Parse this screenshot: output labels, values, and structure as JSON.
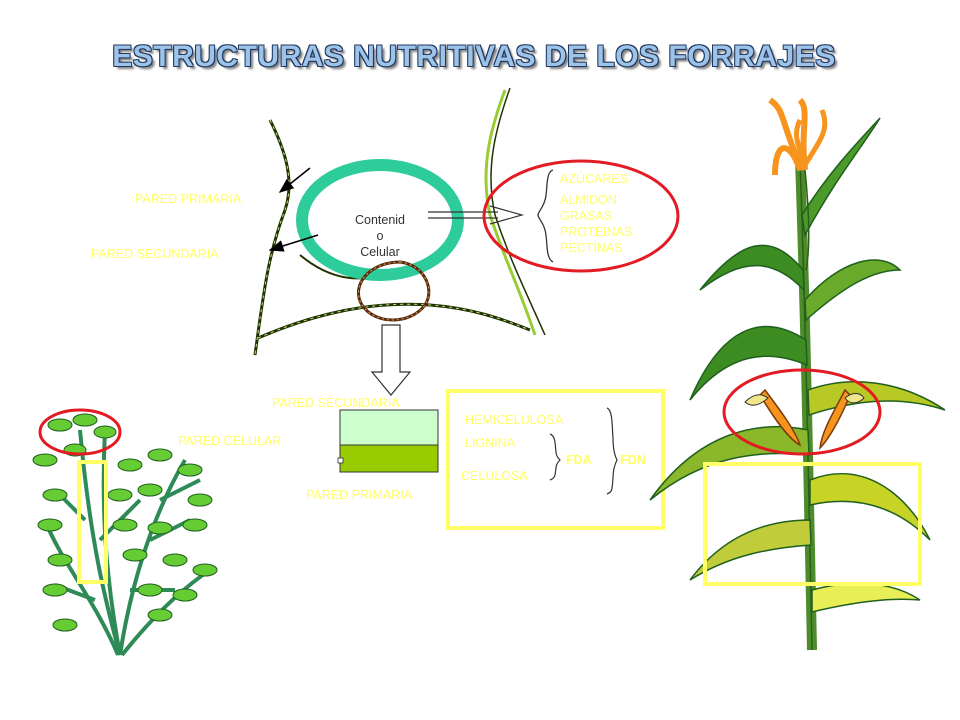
{
  "title": "ESTRUCTURAS NUTRITIVAS DE LOS FORRAJES",
  "cell": {
    "pared_primaria": "PARED PRIMARIA",
    "pared_secundaria": "PARED SECUNDARIA",
    "contenido_line1": "Contenid",
    "contenido_line2": "o",
    "contenido_line3": "Celular"
  },
  "contents": [
    "AZÚCARES",
    "ALMIDON",
    "GRASAS",
    "PROTEINAS",
    "PECTINAS"
  ],
  "wall": {
    "pared_secundaria": "PARED SECUNDARIA",
    "pared_celular": "PARED CELULAR",
    "pared_primaria": "PARED PRIMARIA"
  },
  "fiber": {
    "hemicelulosa": "HEMICELULOSA",
    "lignina": "LIGNINA",
    "celulosa": "CELULOSA",
    "fda": "FDA",
    "fdn": "FDN"
  },
  "colors": {
    "label": "#ffff66",
    "cell_ring": "#2ecc9a",
    "highlight_red": "#e31b23",
    "highlight_yellow": "#ffff66",
    "wall_secondary": "#ccffcc",
    "wall_primary": "#99cc00",
    "title": "#9dc3e6"
  }
}
